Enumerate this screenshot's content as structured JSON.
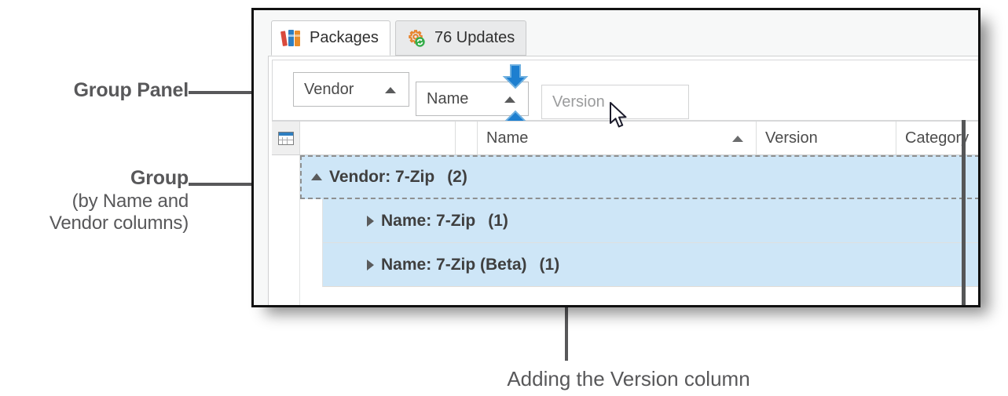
{
  "annotations": {
    "group_panel": "Group Panel",
    "group_title": "Group",
    "group_sub1": "(by Name and",
    "group_sub2": "Vendor columns)",
    "caption": "Adding the Version column"
  },
  "window": {
    "tabs": [
      {
        "label": "Packages",
        "icon": "books-icon",
        "active": true
      },
      {
        "label": "76 Updates",
        "icon": "gear-refresh-icon",
        "active": false
      }
    ]
  },
  "group_panel": {
    "chips": [
      {
        "label": "Vendor",
        "sort": "ascending",
        "state": "applied"
      },
      {
        "label": "Name",
        "sort": "ascending",
        "state": "applied"
      },
      {
        "label": "Version",
        "sort": "none",
        "state": "dragging"
      }
    ],
    "drop_indicator": "blue-arrows"
  },
  "grid": {
    "columns": [
      {
        "label": "",
        "name": "indicator"
      },
      {
        "label": "",
        "name": "blank-1"
      },
      {
        "label": "",
        "name": "blank-2"
      },
      {
        "label": "Name",
        "name": "name",
        "sort": "ascending"
      },
      {
        "label": "Version",
        "name": "version",
        "sort": "none"
      },
      {
        "label": "Category",
        "name": "category",
        "sort": "none"
      }
    ],
    "rows": [
      {
        "type": "group",
        "level": 0,
        "field": "Vendor",
        "value": "7-Zip",
        "count": "(2)",
        "expanded": true
      },
      {
        "type": "group",
        "level": 1,
        "field": "Name",
        "value": "7-Zip",
        "count": "(1)",
        "expanded": false
      },
      {
        "type": "group",
        "level": 1,
        "field": "Name",
        "value": "7-Zip (Beta)",
        "count": "(1)",
        "expanded": false
      }
    ]
  },
  "colors": {
    "selection_blue": "#cee6f7",
    "accent_blue": "#1d7fd0",
    "annotation_gray": "#58585a",
    "window_border": "#111111"
  }
}
